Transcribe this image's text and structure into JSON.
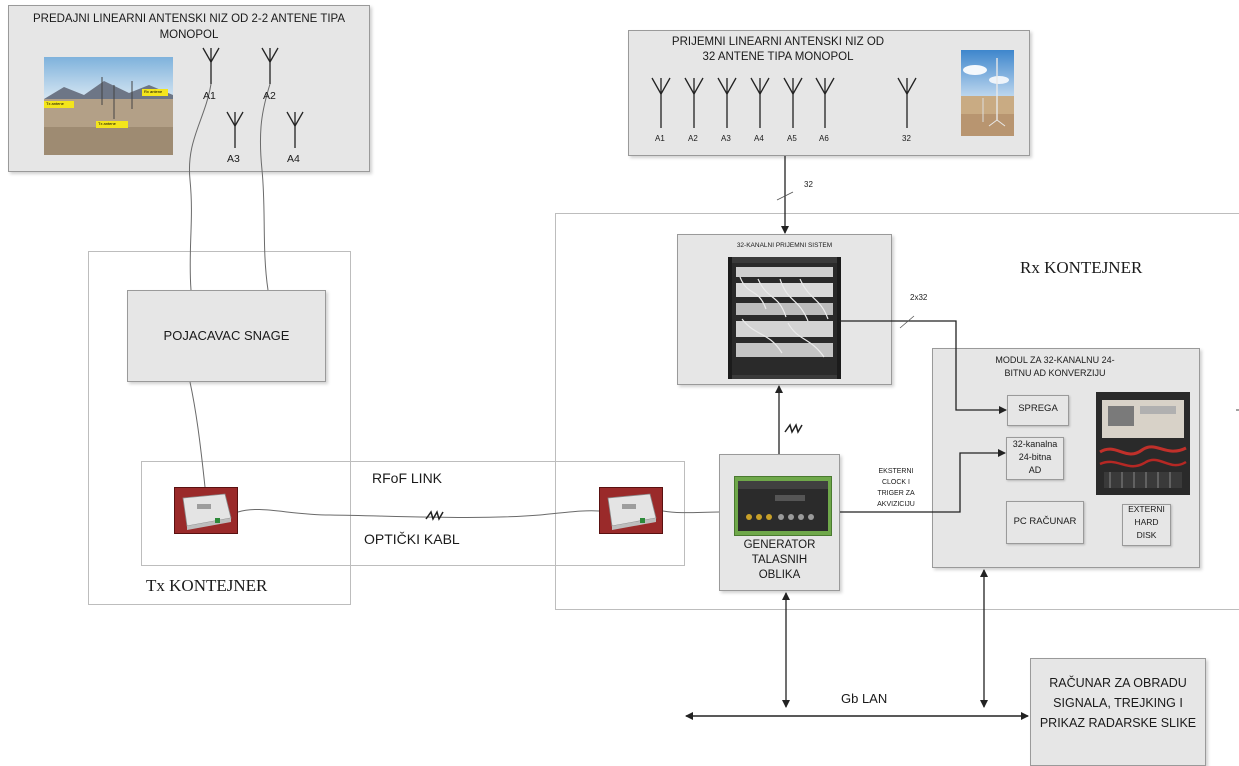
{
  "tx_array": {
    "title_line1": "PREDAJNI LINEARNI ANTENSKI NIZ OD 2-2 ANTENE TIPA",
    "title_line2": "MONOPOL",
    "antennas": [
      "A1",
      "A2",
      "A3",
      "A4"
    ],
    "photo_tags": [
      "Tx antene",
      "Rx antene",
      "Tx antene"
    ]
  },
  "rx_array": {
    "title_line1": "PRIJEMNI LINEARNI ANTENSKI NIZ OD",
    "title_line2": "32 ANTENE TIPA MONOPOL",
    "antennas": [
      "A1",
      "A2",
      "A3",
      "A4",
      "A5",
      "A6",
      "32"
    ]
  },
  "tx_container": {
    "label": "Tx KONTEJNER",
    "amplifier": "POJACAVAC SNAGE"
  },
  "rfof": {
    "title": "RFoF LINK",
    "cable": "OPTIČKI KABL"
  },
  "rx_container": {
    "label": "Rx KONTEJNER",
    "receiver_title": "32-KANALNI PRIJEMNI SISTEM",
    "generator_lines": [
      "GENERATOR",
      "TALASNIH",
      "OBLIKA"
    ],
    "clock_lines": [
      "EKSTERNI",
      "CLOCK I",
      "TRIGER ZA",
      "AKVIZICIJU"
    ]
  },
  "ad_module": {
    "title_line1": "MODUL ZA 32-KANALNU 24-",
    "title_line2": "BITNU AD KONVERZIJU",
    "sprega": "SPREGA",
    "ad_lines": [
      "32-kanalna",
      "24-bitna",
      "AD"
    ],
    "pc": "PC RAČUNAR",
    "disk_lines": [
      "EXTERNI",
      "HARD",
      "DISK"
    ]
  },
  "bus_labels": {
    "rx_bus": "32",
    "rx_bus2": "2x32",
    "lan": "Gb LAN"
  },
  "processing": {
    "lines": [
      "RAČUNAR  ZA OBRADU",
      "SIGNALA, TREJKING I",
      "PRIKAZ RADARSKE SLIKE"
    ]
  }
}
